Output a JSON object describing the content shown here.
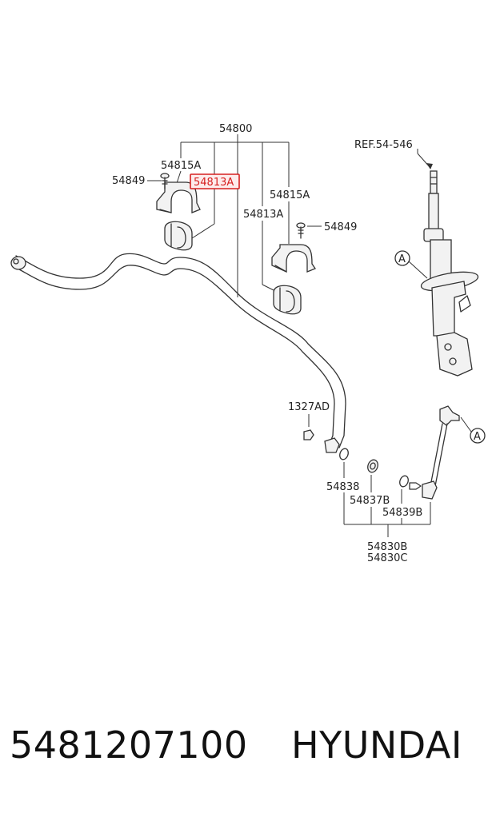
{
  "callouts": {
    "assembly": "54800",
    "bracket_left": "54815A",
    "bushing_left": "54813A",
    "bolt_left": "54849",
    "bracket_right": "54815A",
    "bushing_right": "54813A",
    "bolt_right": "54849",
    "ref": "REF.54-546",
    "strut_mark_1": "A",
    "strut_mark_2": "A",
    "nut": "1327AD",
    "part_a": "54838",
    "part_b": "54837B",
    "part_c": "54839B",
    "link_b": "54830B",
    "link_c": "54830C"
  },
  "highlight_color": "#d62020",
  "footer": {
    "part_number": "5481207100",
    "brand": "HYUNDAI"
  }
}
